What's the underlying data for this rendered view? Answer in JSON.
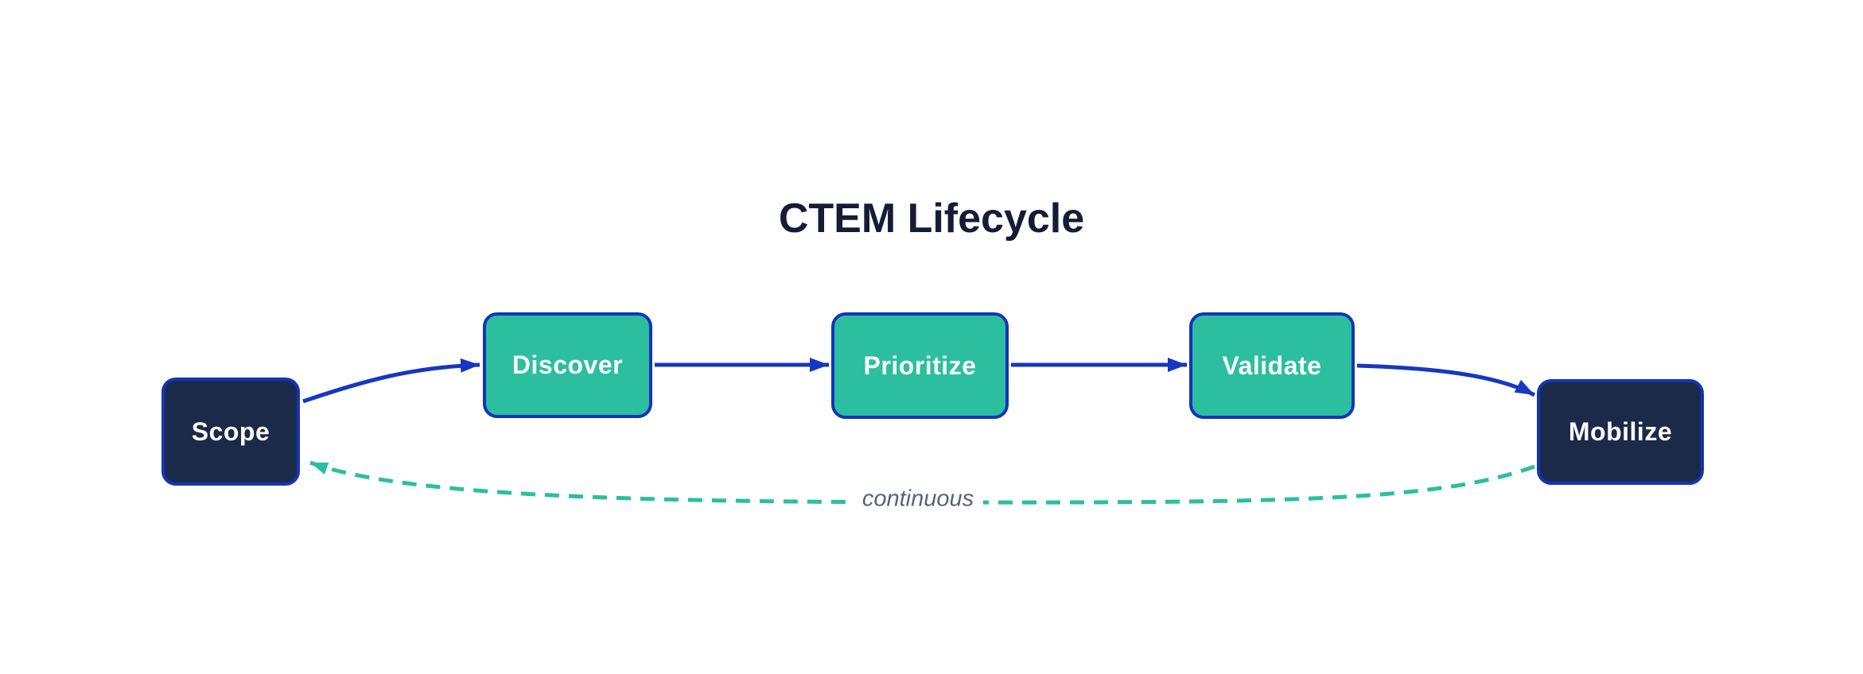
{
  "diagram": {
    "title": "CTEM Lifecycle",
    "loop_label": "continuous",
    "nodes": [
      {
        "id": "scope",
        "label": "Scope",
        "type": "endpoint"
      },
      {
        "id": "discover",
        "label": "Discover",
        "type": "stage"
      },
      {
        "id": "prioritize",
        "label": "Prioritize",
        "type": "stage"
      },
      {
        "id": "validate",
        "label": "Validate",
        "type": "stage"
      },
      {
        "id": "mobilize",
        "label": "Mobilize",
        "type": "endpoint"
      }
    ],
    "edges": [
      {
        "from": "Scope",
        "to": "Discover",
        "style": "solid",
        "label": ""
      },
      {
        "from": "Discover",
        "to": "Prioritize",
        "style": "solid",
        "label": ""
      },
      {
        "from": "Prioritize",
        "to": "Validate",
        "style": "solid",
        "label": ""
      },
      {
        "from": "Validate",
        "to": "Mobilize",
        "style": "solid",
        "label": ""
      },
      {
        "from": "Mobilize",
        "to": "Scope",
        "style": "dashed",
        "label": "continuous"
      }
    ],
    "colors": {
      "background": "#ffffff",
      "stage_fill": "#2bbf9f",
      "endpoint_fill": "#1b2a49",
      "node_border": "#1434b8",
      "solid_arrow": "#1637c2",
      "dashed_arrow": "#2bbf9f",
      "title_text": "#141c36",
      "node_label_text": "#ffffff",
      "loop_label_text": "#5a6372"
    }
  }
}
